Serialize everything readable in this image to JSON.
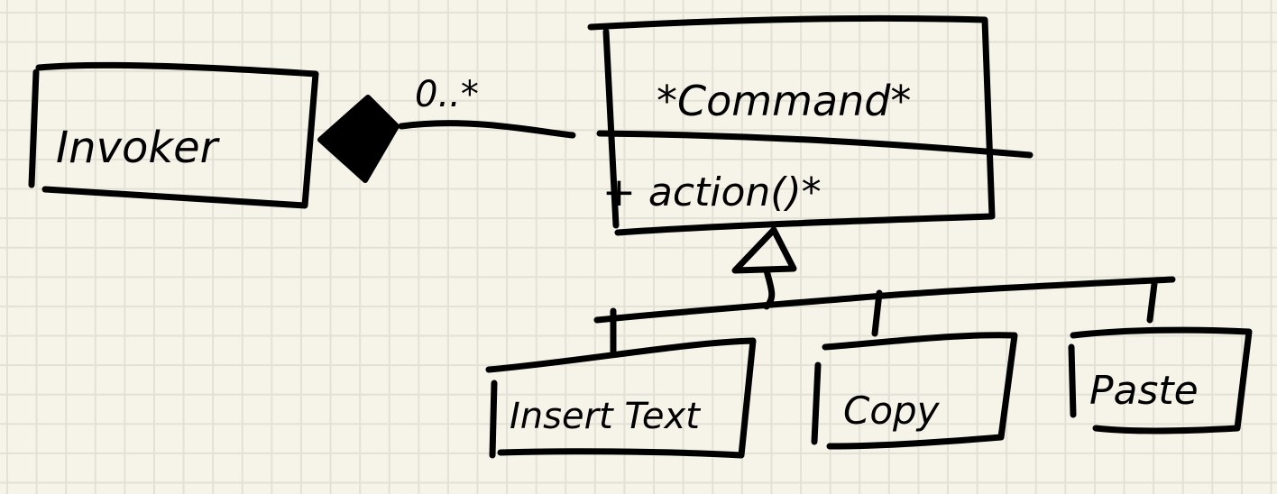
{
  "classes": {
    "invoker": {
      "name": "Invoker"
    },
    "command": {
      "name": "*Command*",
      "method": "+ action()*"
    },
    "insert_text": {
      "name": "Insert Text"
    },
    "copy": {
      "name": "Copy"
    },
    "paste": {
      "name": "Paste"
    }
  },
  "association": {
    "multiplicity": "0..*"
  },
  "colors": {
    "ink": "#000000",
    "paper": "#f6f4e9",
    "grid": "#e3e1d5"
  }
}
